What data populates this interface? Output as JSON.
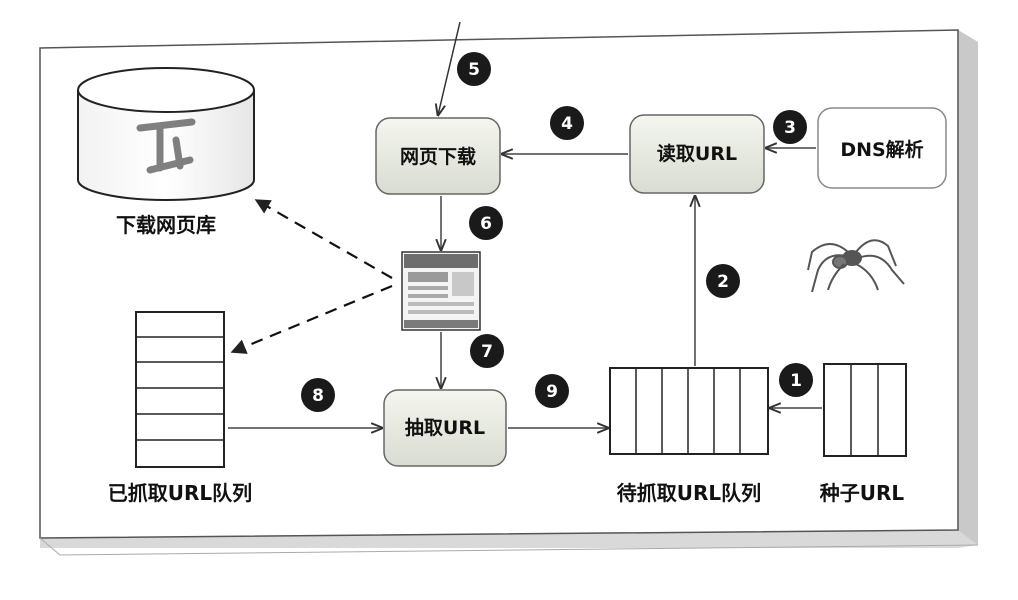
{
  "nodes": {
    "download_page": "网页下载",
    "read_url": "读取URL",
    "dns": "DNS解析",
    "extract_url": "抽取URL",
    "page_db": "下载网页库",
    "crawled_queue": "已抓取URL队列",
    "todo_queue": "待抓取URL队列",
    "seed_url": "种子URL"
  },
  "steps": [
    "1",
    "2",
    "3",
    "4",
    "5",
    "6",
    "7",
    "8",
    "9"
  ],
  "icons": {
    "database": "database-cylinder-icon",
    "spider": "spider-icon",
    "webpage": "webpage-thumbnail-icon"
  }
}
